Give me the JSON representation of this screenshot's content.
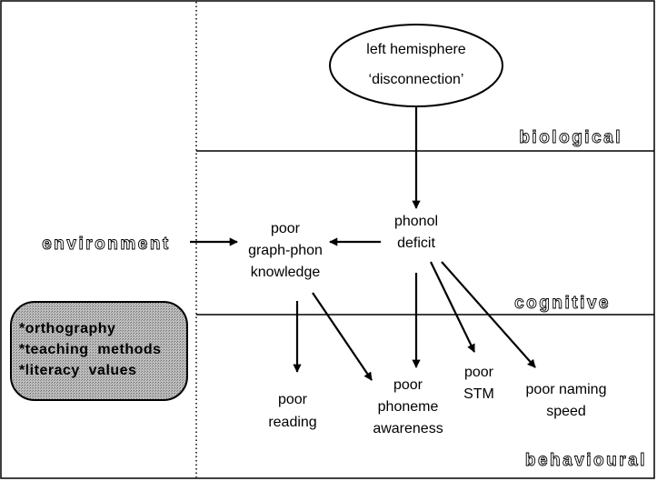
{
  "layers": {
    "biological": "biological",
    "cognitive": "cognitive",
    "behavioural": "behavioural"
  },
  "nodes": {
    "left_hemisphere": [
      "left hemisphere",
      "‘disconnection’"
    ],
    "phonol_deficit": [
      "phonol",
      "deficit"
    ],
    "graph_phon": [
      "poor",
      "graph-phon",
      "knowledge"
    ],
    "environment": "environment",
    "poor_reading": [
      "poor",
      "reading"
    ],
    "phoneme_awareness": [
      "poor",
      "phoneme",
      "awareness"
    ],
    "poor_stm": [
      "poor",
      "STM"
    ],
    "naming_speed": [
      "poor naming",
      "speed"
    ]
  },
  "environment_factors": [
    "*orthography",
    "*teaching  methods",
    "*literacy  values"
  ],
  "colors": {
    "line": "#000000",
    "factor_box_fill": "#a9a9a9",
    "background": "#ffffff"
  }
}
